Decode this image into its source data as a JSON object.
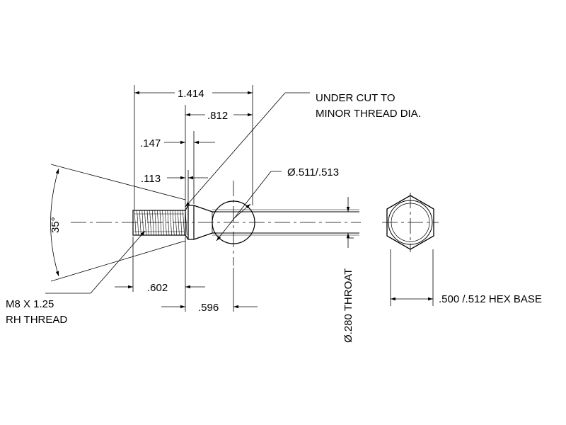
{
  "dimensions": {
    "overall_length": "1.414",
    "ball_to_shoulder": ".812",
    "undercut_width": ".147",
    "collar_width": ".113",
    "thread_length": ".602",
    "shoulder_to_ball": ".596",
    "ball_diameter": "Ø.511/.513",
    "cone_angle": "35°",
    "throat": "Ø.280 THROAT",
    "hex_base": ".500 /.512 HEX BASE"
  },
  "notes": {
    "undercut_line1": "UNDER CUT TO",
    "undercut_line2": "MINOR THREAD DIA.",
    "thread_line1": "M8 X 1.25",
    "thread_line2": "RH THREAD"
  }
}
